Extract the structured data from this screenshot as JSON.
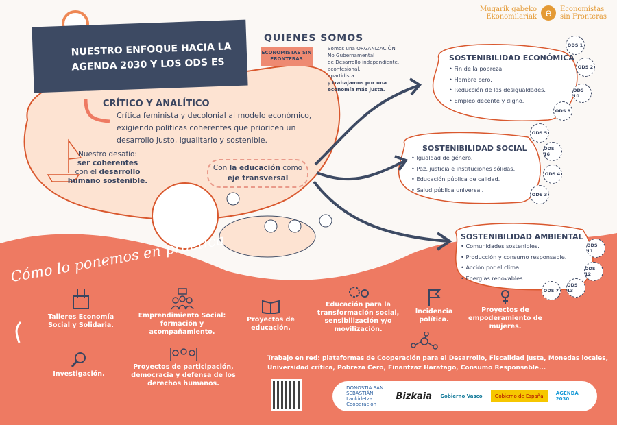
{
  "header": {
    "title_line1": "NUESTRO ENFOQUE HACIA LA",
    "title_line2": "AGENDA 2030 Y LOS ODS ES"
  },
  "brand": {
    "left_line1": "Mugarik gabeko",
    "left_line2": "Ekonomilariak",
    "right_line1": "Economistas",
    "right_line2": "sin Fronteras",
    "color": "#e49a35"
  },
  "quienes": {
    "title": "QUIENES SOMOS",
    "tag": "ECONOMISTAS SIN FRONTERAS",
    "text_lines": [
      "Somos una ORGANIZACIÓN",
      "No Gubernamental",
      "de Desarrollo independiente,",
      "aconfesional,",
      "apartidista"
    ],
    "text_bold_prefix": "y ",
    "text_bold": "trabajamos por una economía más justa."
  },
  "critico": {
    "title": "CRÍTICO Y ANALÍTICO",
    "text": "Crítica feminista y decolonial al modelo económico, exigiendo políticas coherentes que prioricen un desarrollo justo, igualitario y sostenible."
  },
  "desafio": {
    "l1": "Nuestro desafío:",
    "l2": "ser coherentes",
    "l3a": "con el ",
    "l3b": "desarrollo",
    "l4": "humano sostenible."
  },
  "educacion": {
    "a": "Con ",
    "b": "la educación",
    "c": " como",
    "d": "eje transversal"
  },
  "sections": [
    {
      "title": "SOSTENIBILIDAD ECONÓMICA",
      "items": [
        "Fin de la pobreza.",
        "Hambre cero.",
        "Reducción de las desigualdades.",
        "Empleo decente y digno."
      ],
      "ods": [
        "ODS 1",
        "ODS 2",
        "ODS 10",
        "ODS 8"
      ]
    },
    {
      "title": "SOSTENIBILIDAD SOCIAL",
      "items": [
        "Igualdad de género.",
        "Paz, justicia e instituciones sólidas.",
        "Educación pública de calidad.",
        "Salud pública universal."
      ],
      "ods": [
        "ODS 5",
        "ODS 16",
        "ODS 4",
        "ODS 3"
      ]
    },
    {
      "title": "SOSTENIBILIDAD AMBIENTAL",
      "items": [
        "Comunidades sostenibles.",
        "Producción y consumo responsable.",
        "Acción por el clima.",
        "Energías renovables"
      ],
      "ods": [
        "ODS 11",
        "ODS 12",
        "ODS 13",
        "ODS 7"
      ]
    }
  ],
  "practica": {
    "title": "Cómo lo ponemos en práctica",
    "activities": [
      {
        "label": "Talleres Economía Social y Solidaria.",
        "icon": "tools-icon"
      },
      {
        "label": "Emprendimiento Social: formación y acompañamiento.",
        "icon": "group-book-icon"
      },
      {
        "label": "Proyectos de educación.",
        "icon": "book-icon"
      },
      {
        "label": "Educación para la transformación social, sensibilización y/o movilización.",
        "icon": "gears-icon"
      },
      {
        "label": "Incidencia política.",
        "icon": "flag-icon"
      },
      {
        "label": "Proyectos de empoderamiento de mujeres.",
        "icon": "female-icon"
      },
      {
        "label": "Investigación.",
        "icon": "magnifier-icon"
      },
      {
        "label": "Proyectos de participación, democracia y defensa de los derechos humanos.",
        "icon": "raised-hands-icon"
      }
    ],
    "network": "Trabajo en red: plataformas de Cooperación para el Desarrollo, Fiscalidad justa, Monedas locales, Universidad crítica, Pobreza Cero, Finantzaz Haratago, Consumo Responsable..."
  },
  "logos": [
    "DONOSTIA SAN SEBASTIÁN Lankidetza Cooperación",
    "Bizkaia",
    "Gobierno Vasco",
    "Gobierno de España",
    "AGENDA 2030"
  ],
  "colors": {
    "navy": "#3d4a63",
    "salmon": "#ee7a62",
    "peach": "#fde3d2",
    "orange": "#d9582e"
  }
}
